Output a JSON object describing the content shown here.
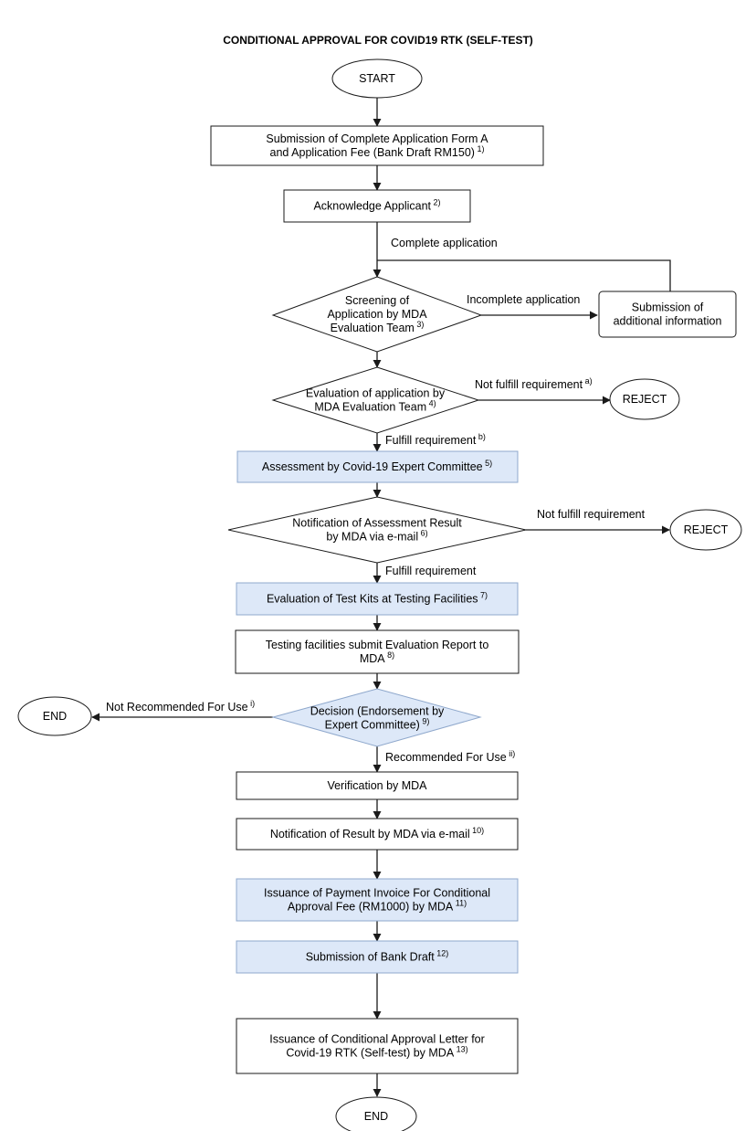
{
  "title": "CONDITIONAL  APPROVAL FOR COVID19 RTK (SELF-TEST)",
  "nodes": {
    "start": {
      "lines": [
        "START"
      ]
    },
    "submission": {
      "lines": [
        "Submission of Complete Application Form A",
        "and Application Fee (Bank Draft RM150)"
      ],
      "sup": "1)"
    },
    "acknowledge": {
      "lines": [
        "Acknowledge Applicant"
      ],
      "sup": "2)"
    },
    "screening": {
      "lines": [
        "Screening of",
        "Application by MDA",
        "Evaluation Team"
      ],
      "sup": "3)"
    },
    "additional": {
      "lines": [
        "Submission of",
        "additional information"
      ]
    },
    "evaluation": {
      "lines": [
        "Evaluation of application by",
        "MDA Evaluation Team"
      ],
      "sup": "4)"
    },
    "reject1": {
      "lines": [
        "REJECT"
      ]
    },
    "assessment": {
      "lines": [
        "Assessment by Covid-19 Expert Committee"
      ],
      "sup": "5)"
    },
    "notification_assessment": {
      "lines": [
        "Notification of Assessment Result",
        "by MDA via e-mail"
      ],
      "sup": "6)"
    },
    "reject2": {
      "lines": [
        "REJECT"
      ]
    },
    "test_kits": {
      "lines": [
        "Evaluation of Test Kits at Testing Facilities"
      ],
      "sup": "7)"
    },
    "testing_report": {
      "lines": [
        "Testing facilities submit Evaluation Report to",
        "MDA"
      ],
      "sup": "8)"
    },
    "decision": {
      "lines": [
        "Decision (Endorsement by",
        "Expert Committee)"
      ],
      "sup": "9)"
    },
    "end1": {
      "lines": [
        "END"
      ]
    },
    "verification": {
      "lines": [
        "Verification by MDA"
      ]
    },
    "notification_result": {
      "lines": [
        "Notification of Result by MDA via e-mail"
      ],
      "sup": "10)"
    },
    "invoice": {
      "lines": [
        "Issuance of Payment Invoice For Conditional",
        "Approval Fee (RM1000) by MDA"
      ],
      "sup": "11)"
    },
    "bank_draft": {
      "lines": [
        "Submission of Bank Draft"
      ],
      "sup": "12)"
    },
    "approval_letter": {
      "lines": [
        "Issuance of Conditional Approval Letter for",
        "Covid-19 RTK (Self-test) by MDA"
      ],
      "sup": "13)"
    },
    "end2": {
      "lines": [
        "END"
      ]
    }
  },
  "edge_labels": {
    "complete_application": {
      "text": "Complete application"
    },
    "incomplete_application": {
      "text": "Incomplete application"
    },
    "not_fulfill_a": {
      "text": "Not fulfill requirement",
      "sup": "a)"
    },
    "fulfill_b": {
      "text": "Fulfill requirement",
      "sup": "b)"
    },
    "not_fulfill_2": {
      "text": "Not fulfill requirement"
    },
    "fulfill_2": {
      "text": "Fulfill requirement"
    },
    "not_recommended": {
      "text": "Not Recommended For Use",
      "sup": "i)"
    },
    "recommended": {
      "text": "Recommended For Use",
      "sup": "ii)"
    }
  },
  "colors": {
    "highlight_fill": "#dde8f8",
    "highlight_stroke": "#8fa8cc",
    "stroke": "#1a1a1a"
  }
}
